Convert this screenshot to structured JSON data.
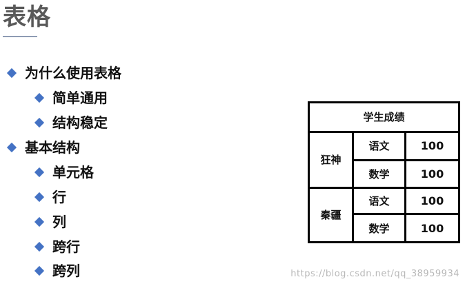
{
  "slide": {
    "title": "表格",
    "outline": [
      {
        "level": 1,
        "text": "为什么使用表格"
      },
      {
        "level": 2,
        "text": "简单通用"
      },
      {
        "level": 2,
        "text": "结构稳定"
      },
      {
        "level": 1,
        "text": "基本结构"
      },
      {
        "level": 2,
        "text": "单元格"
      },
      {
        "level": 2,
        "text": "行"
      },
      {
        "level": 2,
        "text": "列"
      },
      {
        "level": 2,
        "text": "跨行"
      },
      {
        "level": 2,
        "text": "跨列"
      }
    ],
    "table": {
      "caption": "学生成绩",
      "rows": [
        {
          "name": "狂神",
          "subjects": [
            {
              "subject": "语文",
              "score": "100"
            },
            {
              "subject": "数学",
              "score": "100"
            }
          ]
        },
        {
          "name": "秦疆",
          "subjects": [
            {
              "subject": "语文",
              "score": "100"
            },
            {
              "subject": "数学",
              "score": "100"
            }
          ]
        }
      ]
    },
    "watermark": "https://blog.csdn.net/qq_38959934"
  },
  "colors": {
    "bullet": "#4472c4",
    "title": "#595959",
    "border": "#000000",
    "watermark": "#b8b8b8"
  }
}
